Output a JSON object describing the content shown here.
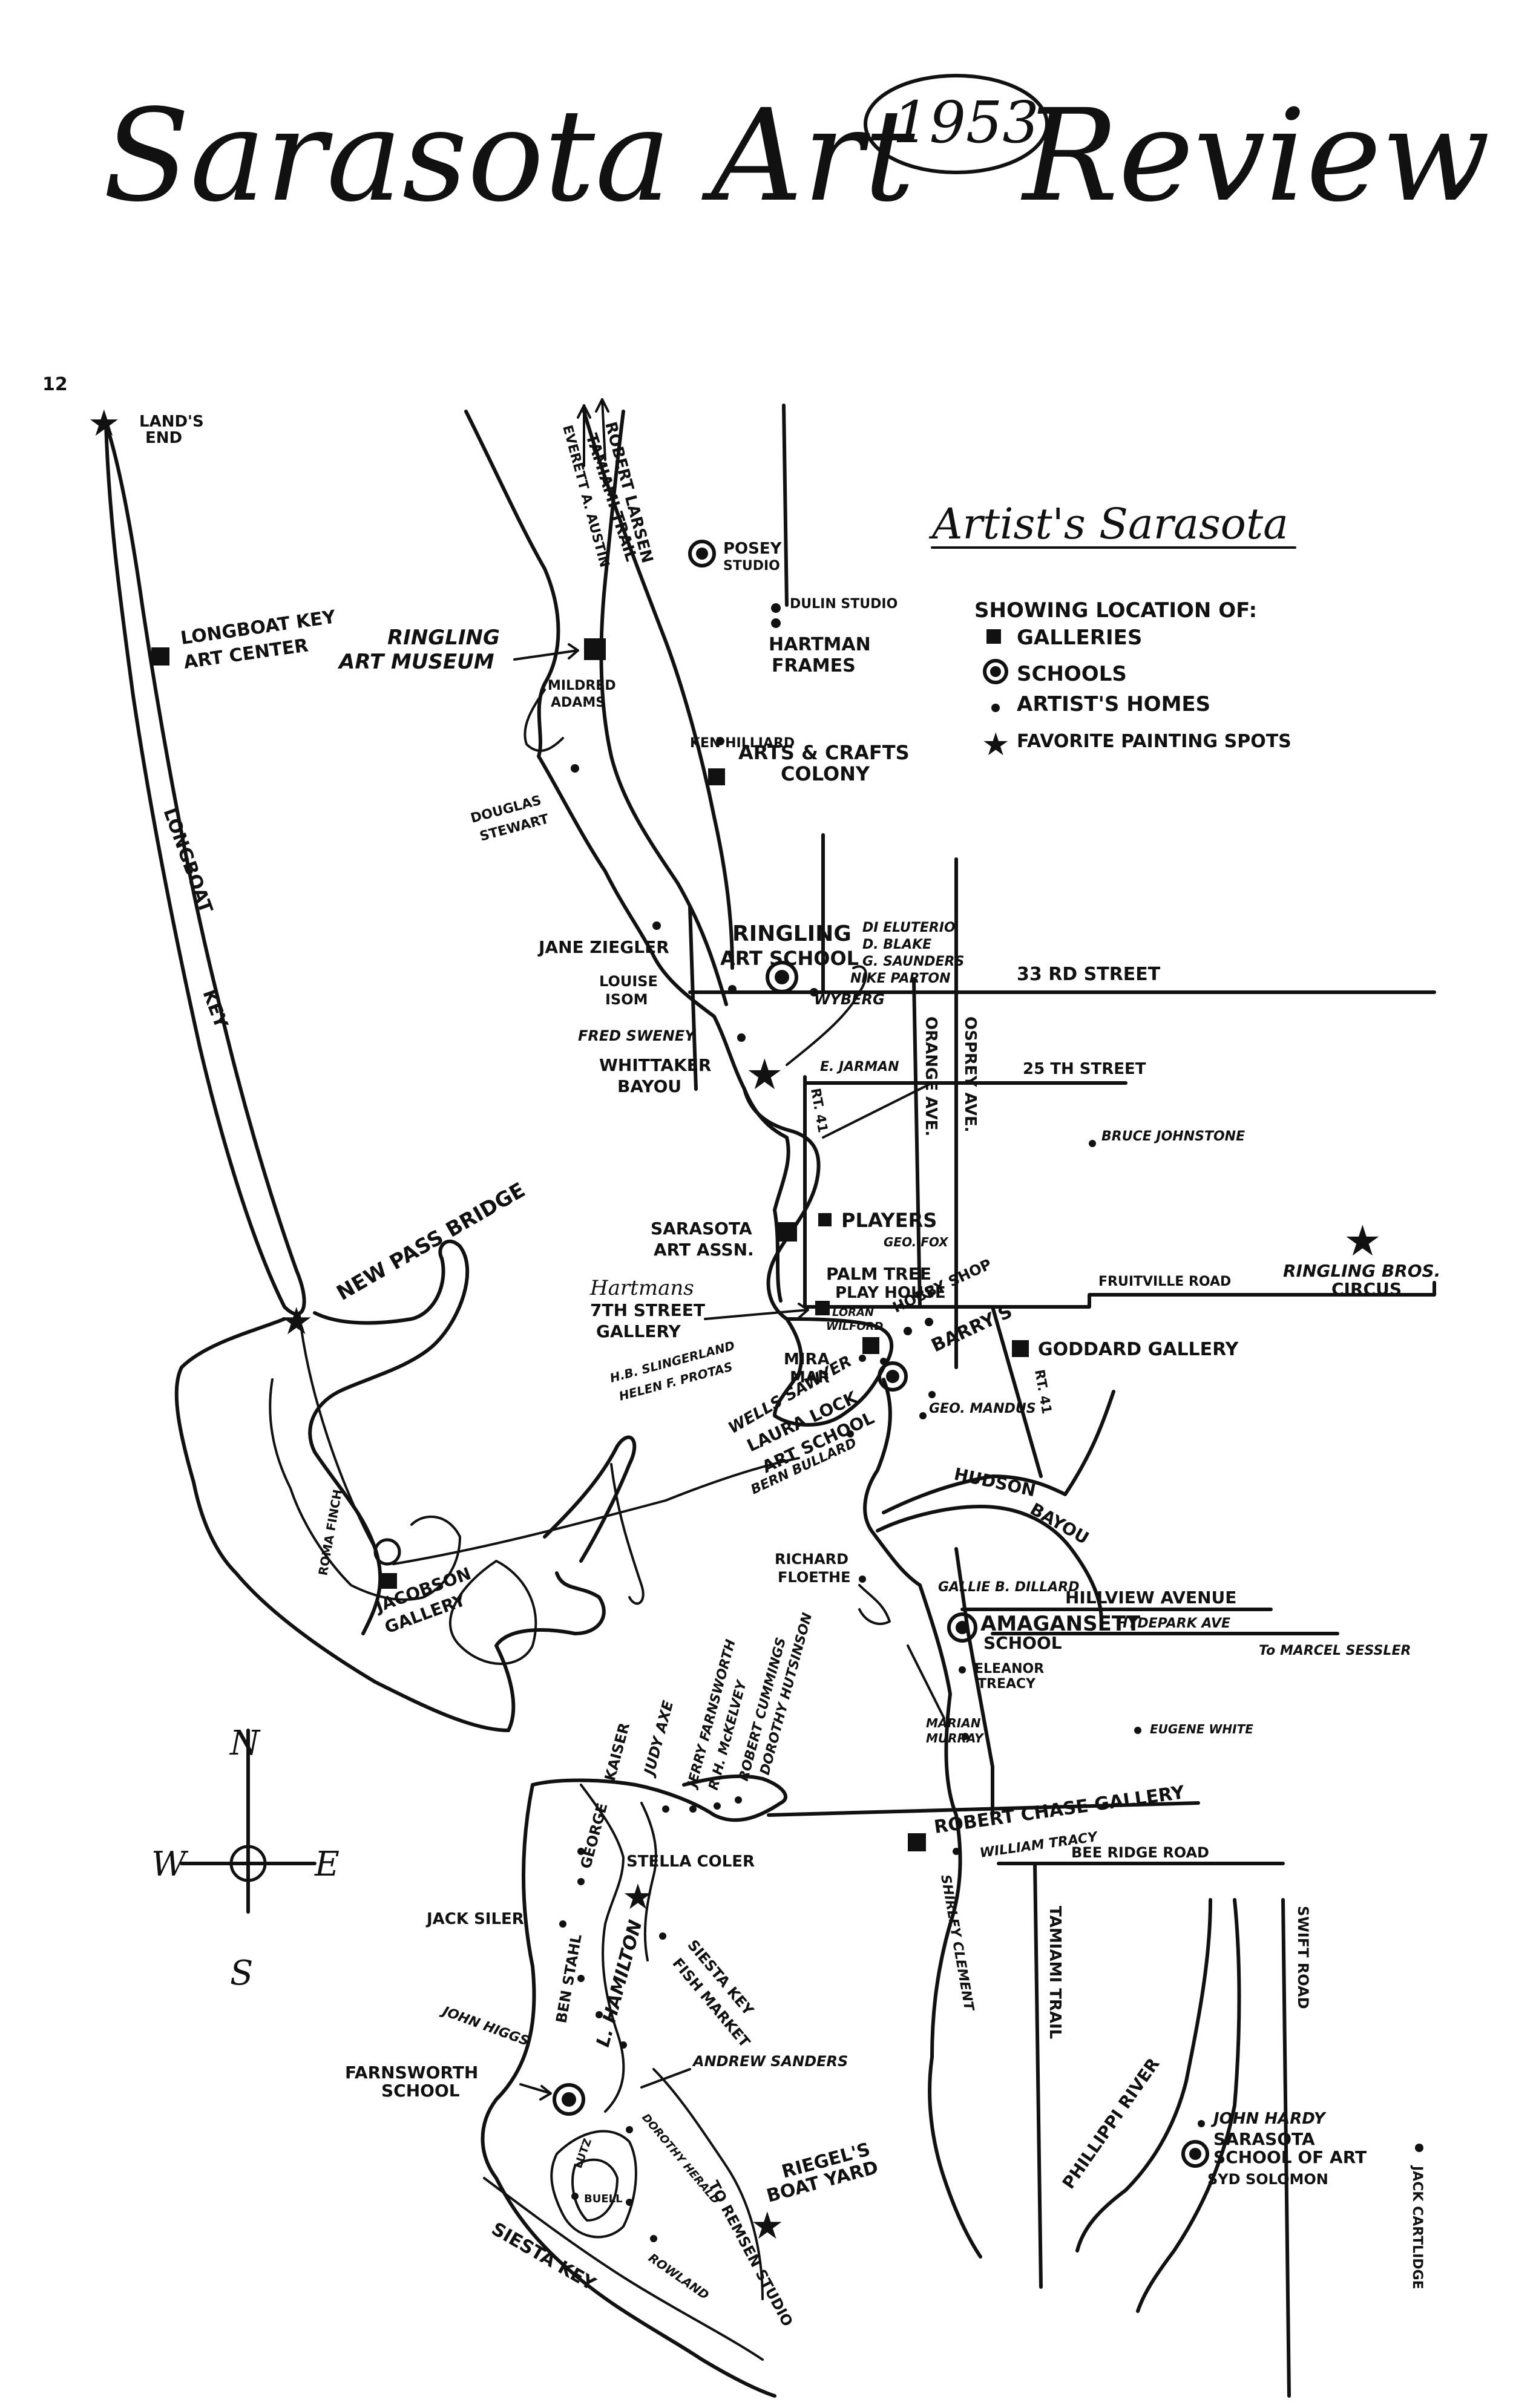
{
  "header": {
    "title": "Sarasota Art",
    "year": "1953",
    "title_end": "Review"
  },
  "page_number": "12",
  "legend": {
    "title": "Artist's Sarasota",
    "subtitle": "SHOWING LOCATION OF:",
    "items": [
      {
        "symbol": "gallery-square",
        "label": "GALLERIES"
      },
      {
        "symbol": "school-circle",
        "label": "SCHOOLS"
      },
      {
        "symbol": "home-dot",
        "label": "ARTIST'S HOMES"
      },
      {
        "symbol": "painting-star",
        "label": "FAVORITE PAINTING SPOTS"
      }
    ]
  },
  "compass": {
    "n": "N",
    "s": "S",
    "e": "E",
    "w": "W"
  },
  "labels": {
    "lands_end_1": "LAND'S",
    "lands_end_2": "END",
    "longboat_center_1": "LONGBOAT KEY",
    "longboat_center_2": "ART CENTER",
    "longboat_key_1": "LONGBOAT",
    "longboat_key_2": "KEY",
    "new_pass_bridge": "NEW PASS BRIDGE",
    "roma_finch": "ROMA FINCH",
    "jacobson_gallery_1": "JACOBSON",
    "jacobson_gallery_2": "GALLERY",
    "ringling_museum_1": "RINGLING",
    "ringling_museum_2": "ART MUSEUM",
    "robert_larsen": "ROBERT LARSEN",
    "everett_austin": "EVERETT A. AUSTIN",
    "tamiami_trail_n": "TAMIAMI TRAIL",
    "posey_studio_1": "POSEY",
    "posey_studio_2": "STUDIO",
    "dulin_studio": "DULIN STUDIO",
    "hartman_frames_1": "HARTMAN",
    "hartman_frames_2": "FRAMES",
    "mildred_adams_1": "MILDRED",
    "mildred_adams_2": "ADAMS",
    "ken_hilliard": "KEN HILLIARD",
    "arts_crafts_1": "ARTS & CRAFTS",
    "arts_crafts_2": "COLONY",
    "douglas_stewart_1": "DOUGLAS",
    "douglas_stewart_2": "STEWART",
    "jane_ziegler": "JANE ZIEGLER",
    "ringling_school_1": "RINGLING",
    "ringling_school_2": "ART SCHOOL",
    "di_eluterio": "DI ELUTERIO",
    "d_blake": "D. BLAKE",
    "g_saunders": "G. SAUNDERS",
    "nike_parton": "NIKE PARTON",
    "wyberg": "WYBERG",
    "street_33": "33 RD STREET",
    "louise_isom_1": "LOUISE",
    "louise_isom_2": "ISOM",
    "fred_sweney": "FRED SWENEY",
    "whittaker_1": "WHITTAKER",
    "whittaker_2": "BAYOU",
    "e_jarman": "E. JARMAN",
    "rt41_n": "RT. 41",
    "orange_ave": "ORANGE AVE.",
    "osprey_ave": "OSPREY AVE.",
    "street_25": "25 TH STREET",
    "bruce_johnstone": "BRUCE JOHNSTONE",
    "sarasota_assn_1": "SARASOTA",
    "sarasota_assn_2": "ART ASSN.",
    "players": "PLAYERS",
    "geo_fox": "GEO. FOX",
    "palm_tree": "PALM TREE",
    "play_house": "PLAY HOUSE",
    "hartmans_1": "Hartmans",
    "hartmans_2": "7TH STREET",
    "hartmans_3": "GALLERY",
    "loran_wilford_1": "LORAN",
    "loran_wilford_2": "WILFORD",
    "hobby_shop": "HOBBY SHOP",
    "barrys": "BARRY'S",
    "fruitville": "FRUITVILLE ROAD",
    "ringling_circus_1": "RINGLING BROS.",
    "ringling_circus_2": "CIRCUS",
    "goddard": "GODDARD GALLERY",
    "hb_slingerland": "H.B. SLINGERLAND",
    "helen_protas": "HELEN F. PROTAS",
    "mira_mar_1": "MIRA",
    "mira_mar_2": "MAR",
    "wells_sawyer": "WELLS SAWYER",
    "laura_lock_1": "LAURA LOCK",
    "laura_lock_2": "ART SCHOOL",
    "bern_bullard": "BERN BULLARD",
    "geo_mandus": "GEO. MANDUS",
    "rt41_s": "RT. 41",
    "hudson_bayou_1": "HUDSON",
    "hudson_bayou_2": "BAYOU",
    "richard_floethe_1": "RICHARD",
    "richard_floethe_2": "FLOETHE",
    "gallie_dillard": "GALLIE B. DILLARD",
    "hillview": "HILLVIEW AVENUE",
    "amagansett_1": "AMAGANSETT",
    "amagansett_2": "SCHOOL",
    "hydepark": "HYDEPARK AVE",
    "marcel_sessler": "To MARCEL SESSLER",
    "eleanor_treacy_1": "ELEANOR",
    "eleanor_treacy_2": "TREACY",
    "marian_murray_1": "MARIAN",
    "marian_murray_2": "MURRAY",
    "eugene_white": "EUGENE WHITE",
    "george": "GEORGE",
    "kaiser": "KAISER",
    "judy_axe": "JUDY AXE",
    "jerry_farnsworth": "JERRY FARNSWORTH",
    "rh_mckelvey": "R.H. McKELVEY",
    "robert_cummings": "ROBERT CUMMINGS",
    "dorothy_hutsinson": "DOROTHY HUTSINSON",
    "robert_chase": "ROBERT CHASE GALLERY",
    "william_tracy": "WILLIAM TRACY",
    "bee_ridge": "BEE RIDGE ROAD",
    "stella_coler": "STELLA COLER",
    "jack_siler": "JACK SILER",
    "ben_stahl": "BEN STAHL",
    "l_hamilton": "L. HAMILTON",
    "siesta_fish_1": "SIESTA KEY",
    "siesta_fish_2": "FISH MARKET",
    "shirley_clement": "SHIRLEY CLEMENT",
    "tamiami_trail_s": "TAMIAMI TRAIL",
    "swift_road": "SWIFT ROAD",
    "john_higgs": "JOHN HIGGS",
    "farnsworth_1": "FARNSWORTH",
    "farnsworth_2": "SCHOOL",
    "andrew_sanders": "ANDREW SANDERS",
    "dorothy_herald": "DOROTHY HERALD",
    "lutz": "LUTZ",
    "buell": "BUELL",
    "riegels_1": "RIEGEL'S",
    "riegels_2": "BOAT YARD",
    "phillippi": "PHILLIPPI RIVER",
    "john_hardy": "JOHN HARDY",
    "sarasota_school_1": "SARASOTA",
    "sarasota_school_2": "SCHOOL OF ART",
    "syd_solomon": "SYD SOLOMON",
    "siesta_key": "SIESTA KEY",
    "rowland": "ROWLAND",
    "to_remsen": "TO REMSEN STUDIO",
    "jack_cartlidge": "JACK CARTLIDGE"
  }
}
